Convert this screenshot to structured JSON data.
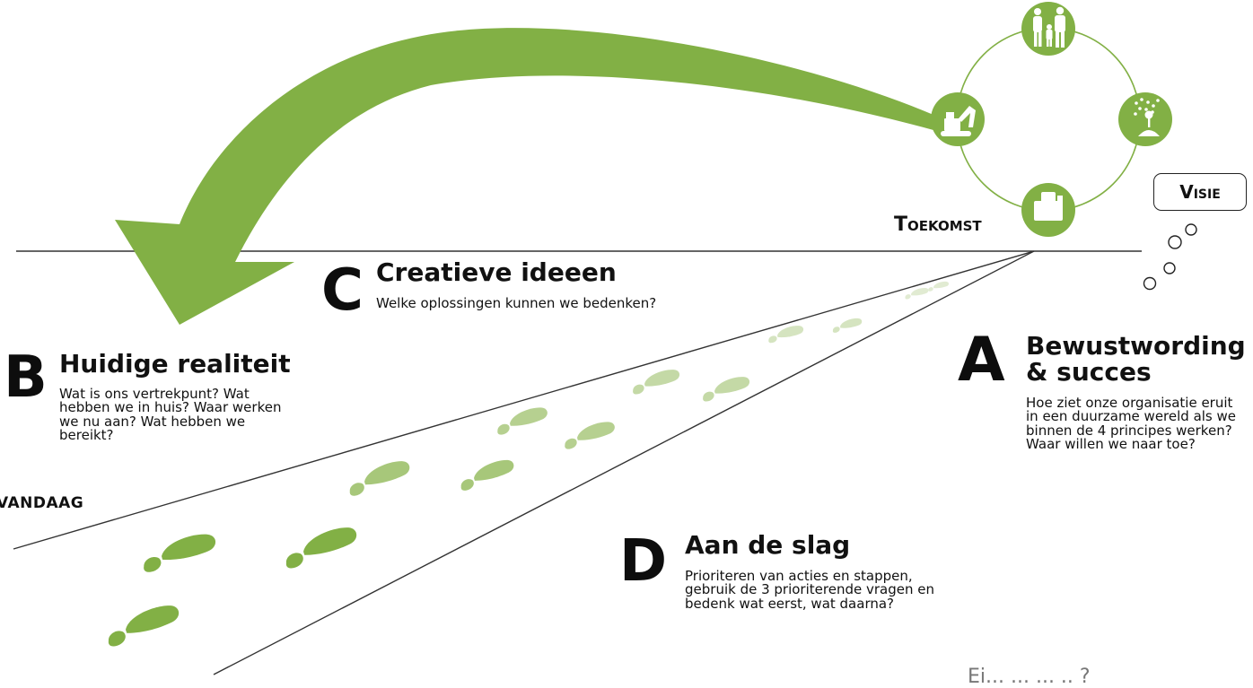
{
  "colors": {
    "green": "#82b045",
    "green_dark": "#6f9e38",
    "line": "#333333"
  },
  "labels": {
    "toekomst": "Toekomst",
    "vandaag": "VANDAAG",
    "visie": "Visie",
    "cut_off_text": "Ei... ... ... .. ?"
  },
  "sections": {
    "a": {
      "letter": "A",
      "title": "Bewustwording\n& succes",
      "text": "Hoe ziet onze organisatie eruit in een duurzame wereld als we binnen de 4 principes werken? Waar willen we naar toe?"
    },
    "b": {
      "letter": "B",
      "title": "Huidige realiteit",
      "text": "Wat is ons vertrekpunt? Wat hebben we in huis? Waar werken we nu aan? Wat hebben we bereikt?"
    },
    "c": {
      "letter": "C",
      "title": "Creatieve ideeen",
      "text": "Welke oplossingen kunnen we bedenken?"
    },
    "d": {
      "letter": "D",
      "title": "Aan de slag",
      "text": "Prioriteren van acties en stappen, gebruik de 3 prioriterende vragen en bedenk wat eerst, wat daarna?"
    }
  },
  "cycle_icons": [
    "family-icon",
    "seedling-icon",
    "factory-icon",
    "excavator-icon"
  ]
}
